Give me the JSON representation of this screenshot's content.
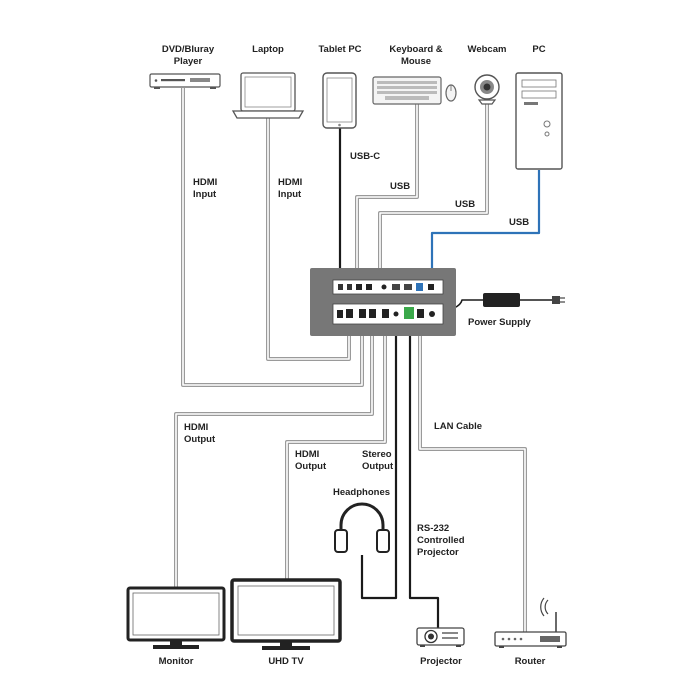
{
  "devices": {
    "dvd": "DVD/Bluray\nPlayer",
    "laptop": "Laptop",
    "tablet": "Tablet PC",
    "keyboard": "Keyboard &\nMouse",
    "webcam": "Webcam",
    "pc": "PC",
    "monitor": "Monitor",
    "uhdtv": "UHD TV",
    "headphones": "Headphones",
    "projector": "Projector",
    "router": "Router"
  },
  "connections": {
    "hdmi_input_1": "HDMI\nInput",
    "hdmi_input_2": "HDMI\nInput",
    "usb_c": "USB-C",
    "usb_keyboard": "USB",
    "usb_webcam": "USB",
    "usb_pc": "USB",
    "power_supply": "Power Supply",
    "hdmi_output_1": "HDMI\nOutput",
    "hdmi_output_2": "HDMI\nOutput",
    "stereo_output": "Stereo\nOutput",
    "lan_cable": "LAN Cable",
    "rs232": "RS-232\nControlled\nProjector"
  },
  "colors": {
    "cable_grey": "#9a9a9a",
    "cable_black": "#1a1a1a",
    "cable_blue": "#2e73b8",
    "rs232_green": "#3aa84a",
    "device_body": "#777777"
  }
}
